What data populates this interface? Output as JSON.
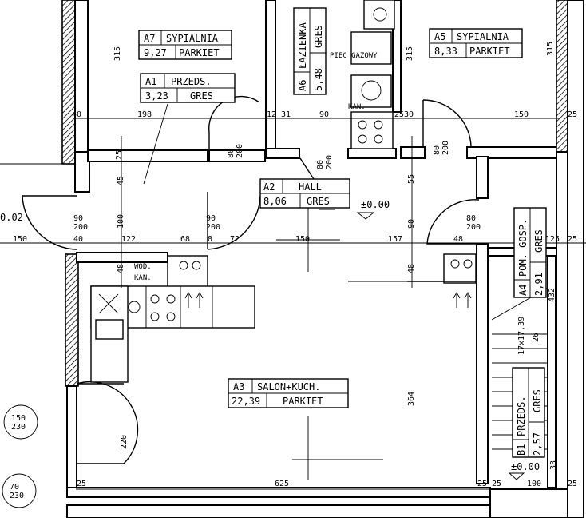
{
  "rooms": {
    "a7": {
      "code": "A7",
      "name": "SYPIALNIA",
      "area": "9,27",
      "floor": "PARKIET"
    },
    "a1": {
      "code": "A1",
      "name": "PRZEDS.",
      "area": "3,23",
      "floor": "GRES"
    },
    "a6": {
      "code": "A6",
      "name": "ŁAZIENKA",
      "area": "5,48",
      "floor": "GRES"
    },
    "a5": {
      "code": "A5",
      "name": "SYPIALNIA",
      "area": "8,33",
      "floor": "PARKIET"
    },
    "a2": {
      "code": "A2",
      "name": "HALL",
      "area": "8,06",
      "floor": "GRES"
    },
    "a3": {
      "code": "A3",
      "name": "SALON+KUCH.",
      "area": "22,39",
      "floor": "PARKIET"
    },
    "a4": {
      "code": "A4",
      "name": "POM. GOSP.",
      "area": "2,91",
      "floor": "GRES"
    },
    "b1": {
      "code": "B1",
      "name": "PRZEDS.",
      "area": "2,57",
      "floor": "GRES"
    }
  },
  "fixtures": {
    "piec": "PIEC GAZOWY",
    "wod_kan": "WOD.\nKAN.",
    "wod": "WOD.",
    "kan": "KAN.",
    "kan_top": "KAN."
  },
  "levels": {
    "hall": "±0.00",
    "b1": "±0.00"
  },
  "dims": {
    "d315_left": "315",
    "d315_mid": "315",
    "d315_right": "315",
    "d198": "198",
    "d40": "40",
    "d12": "12",
    "d31": "31",
    "d90_top": "90",
    "d25_a": "25",
    "d30": "30",
    "d150_top": "150",
    "d25_tr": "25",
    "d80_200_a": "80\n200",
    "d80_200_b": "80\n200",
    "d80_200_c": "80\n200",
    "d25_l": "25",
    "d45": "45",
    "d55": "55",
    "d100": "100",
    "d90_v": "90",
    "d90_200_a": "90\n200",
    "d90_200_b": "90\n200",
    "d80_200_d": "80\n200",
    "d0_02": "0.02",
    "d150_left": "150",
    "d40_b": "40",
    "d122": "122",
    "d68": "68",
    "d8": "8",
    "d72": "72",
    "d150_mid": "150",
    "d157": "157",
    "d48": "48",
    "d125": "125",
    "d25_c": "25",
    "d48_v1": "48",
    "d48_v2": "48",
    "d432": "432",
    "d17x17": "17x17,39",
    "d26": "26",
    "d364": "364",
    "d220": "220",
    "d150_230": "150\n230",
    "d70_230": "70\n230",
    "d625": "625",
    "d25_b1": "25",
    "d25_b2": "25",
    "d100_b": "100",
    "d33": "33",
    "d25_b3": "25",
    "d25_br": "25"
  }
}
